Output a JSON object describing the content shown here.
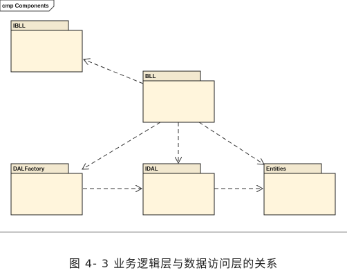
{
  "frame": {
    "title": "cmp Components"
  },
  "packages": {
    "ibll": {
      "name": "IBLL"
    },
    "bll": {
      "name": "BLL"
    },
    "dalfactory": {
      "name": "DALFactory"
    },
    "idal": {
      "name": "IDAL"
    },
    "entities": {
      "name": "Entities"
    }
  },
  "colors": {
    "package_fill": "#fff5dc",
    "tab_fill": "#f2e8cf",
    "outline": "#222222",
    "arrow": "#333333"
  },
  "caption": "图 4- 3 业务逻辑层与数据访问层的关系"
}
